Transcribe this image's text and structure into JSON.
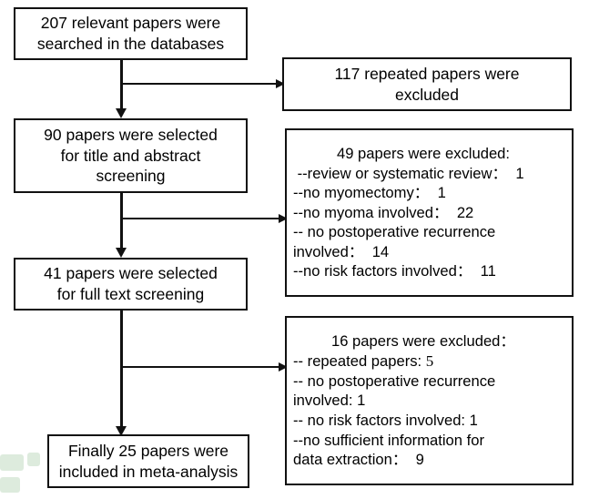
{
  "diagram": {
    "title": "PRISMA study selection flow diagram",
    "type": "flowchart",
    "colors": {
      "stroke": "#111111",
      "background": "#ffffff",
      "text": "#000000",
      "watermark": "#d7e8d7"
    }
  },
  "boxes": {
    "searched": {
      "id": "searched",
      "line1": "207 relevant papers were",
      "line2": "searched in the databases",
      "count": "207"
    },
    "repeated_excluded": {
      "id": "repeated-excluded",
      "line1": "117 repeated papers were",
      "line2": "excluded",
      "count": "117"
    },
    "title_abstract": {
      "id": "title-abstract-screening",
      "line1": "90 papers were selected",
      "line2": "for title and abstract",
      "line3": "screening",
      "count": "90"
    },
    "excluded_49": {
      "id": "excluded-49",
      "header": "49 papers were excluded:",
      "count": "49",
      "reasons": [
        " --review or systematic review：  1",
        "--no myomectomy：  1",
        "--no myoma involved：  22",
        "-- no postoperative recurrence",
        "involved：  14",
        "--no risk factors involved：  11"
      ]
    },
    "full_text": {
      "id": "full-text-screening",
      "line1": "41 papers were selected",
      "line2": "for full text screening",
      "count": "41"
    },
    "excluded_16": {
      "id": "excluded-16",
      "header": "16 papers were excluded：",
      "count": "16",
      "reasons_a": [
        "-- repeated papers: "
      ],
      "repeated_value": "5",
      "reasons_b": [
        "-- no postoperative recurrence",
        "involved: 1",
        "-- no risk factors involved: 1",
        "--no sufficient information for",
        "data extraction：  9"
      ]
    },
    "included": {
      "id": "included-meta-analysis",
      "line1": "Finally 25 papers were",
      "line2": "included in meta-analysis",
      "count": "25"
    }
  }
}
